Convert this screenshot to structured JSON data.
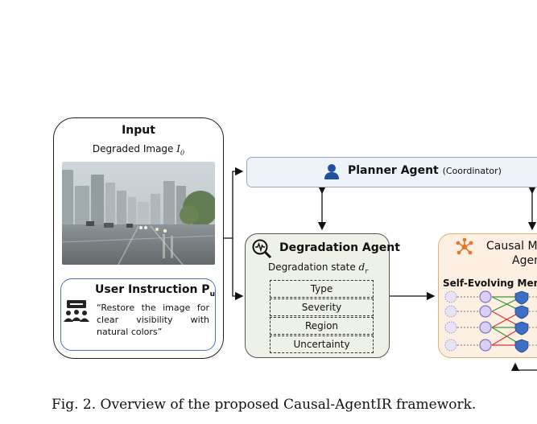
{
  "input": {
    "title": "Input",
    "subtitle": "Degraded Image",
    "subtitle_symbol": "I",
    "subtitle_subscript": "0"
  },
  "user_instruction": {
    "title": "User Instruction P",
    "title_subscript": "u",
    "text": "“Restore the image for clear visibility with natural colors”"
  },
  "planner": {
    "label": "Planner Agent",
    "role": "(Coordinator)",
    "icon": "person-icon"
  },
  "degradation": {
    "title": "Degradation Agent",
    "state_label": "Degradation state",
    "state_symbol": "d",
    "state_subscript": "r",
    "rows": [
      "Type",
      "Severity",
      "Region",
      "Uncertainty"
    ],
    "icon": "magnifier-wave-icon"
  },
  "causal": {
    "title": "Causal M",
    "title_line2": "Agen",
    "subtitle": "Self-Evolving Mem",
    "icon": "network-icon",
    "accent": "#e6762d"
  },
  "caption": "Fig. 2.  Overview of the proposed Causal-AgentIR framework.",
  "colors": {
    "planner_fill": "#eef2f9",
    "degradation_fill": "#eef1e8",
    "causal_fill": "#fdf0e2",
    "user_border": "#4a74b8"
  }
}
